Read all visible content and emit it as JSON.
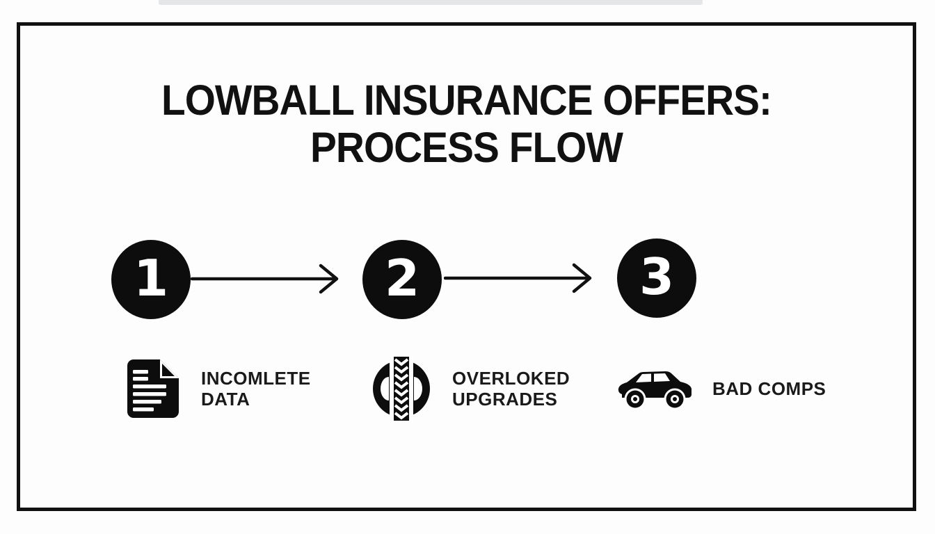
{
  "title": {
    "line1": "LOWBALL INSURANCE OFFERS:",
    "line2": "PROCESS FLOW"
  },
  "steps": [
    {
      "number": "1",
      "icon": "document-icon",
      "label": "INCOMLETE\nDATA"
    },
    {
      "number": "2",
      "icon": "tire-icon",
      "label": "OVERLOKED\nUPGRADES"
    },
    {
      "number": "3",
      "icon": "car-icon",
      "label": "BAD COMPS"
    }
  ],
  "colors": {
    "ink": "#111111",
    "background": "#fdfdfd",
    "circle_fill": "#0d0d0d",
    "number_color": "#ffffff"
  }
}
